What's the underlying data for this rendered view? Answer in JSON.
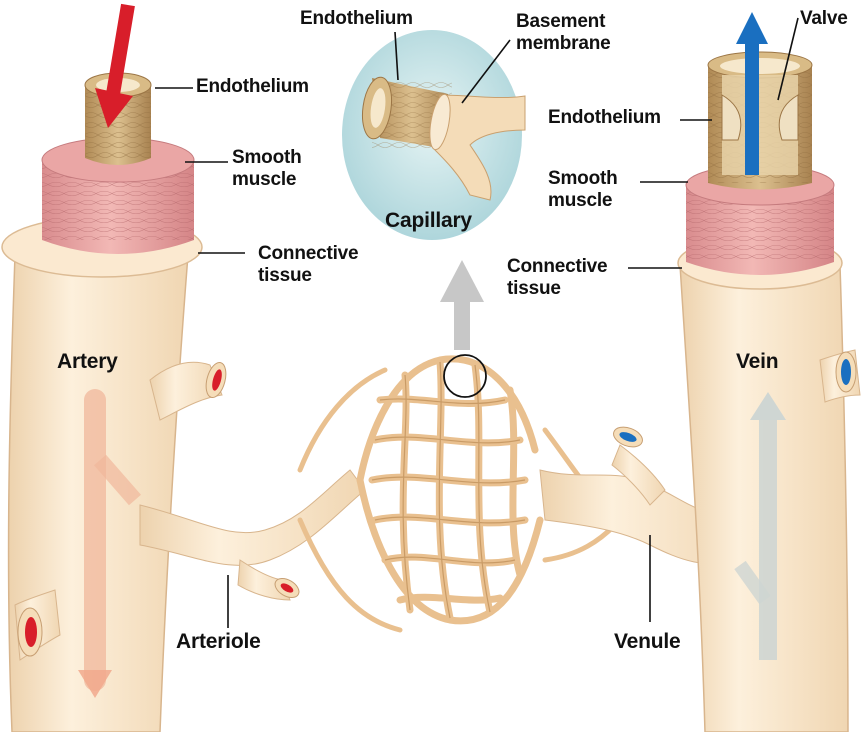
{
  "labels": {
    "artery": {
      "endothelium": "Endothelium",
      "smooth_muscle": "Smooth\nmuscle",
      "connective_tissue": "Connective\ntissue",
      "title": "Artery"
    },
    "capillary": {
      "endothelium": "Endothelium",
      "basement_membrane": "Basement\nmembrane",
      "title": "Capillary"
    },
    "vein": {
      "valve": "Valve",
      "endothelium": "Endothelium",
      "smooth_muscle": "Smooth\nmuscle",
      "connective_tissue": "Connective\ntissue",
      "title": "Vein"
    },
    "arteriole": "Arteriole",
    "venule": "Venule"
  },
  "colors": {
    "oxygenated_blood": "#d81e2a",
    "deoxygenated_blood": "#1a6fc0",
    "tissue": "#f7e3c6",
    "smooth_muscle": "#e39a9c",
    "endothelium": "#c9a46b",
    "capillary_bubble": "#c7e3e6"
  }
}
